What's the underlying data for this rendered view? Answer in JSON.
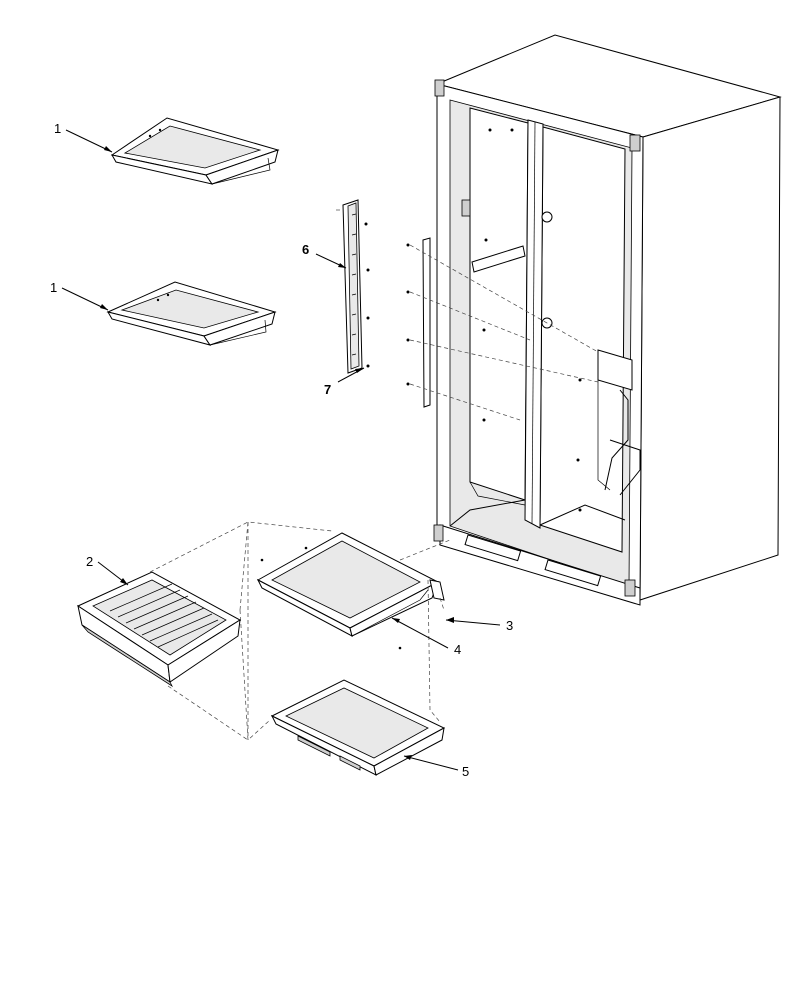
{
  "callouts": {
    "shelf_top": "1",
    "shelf_mid": "1",
    "crisper": "2",
    "shelf_clip": "3",
    "glass_shelf": "4",
    "crisper_cover": "5",
    "shelf_rail": "6",
    "rail_screw": "7"
  }
}
